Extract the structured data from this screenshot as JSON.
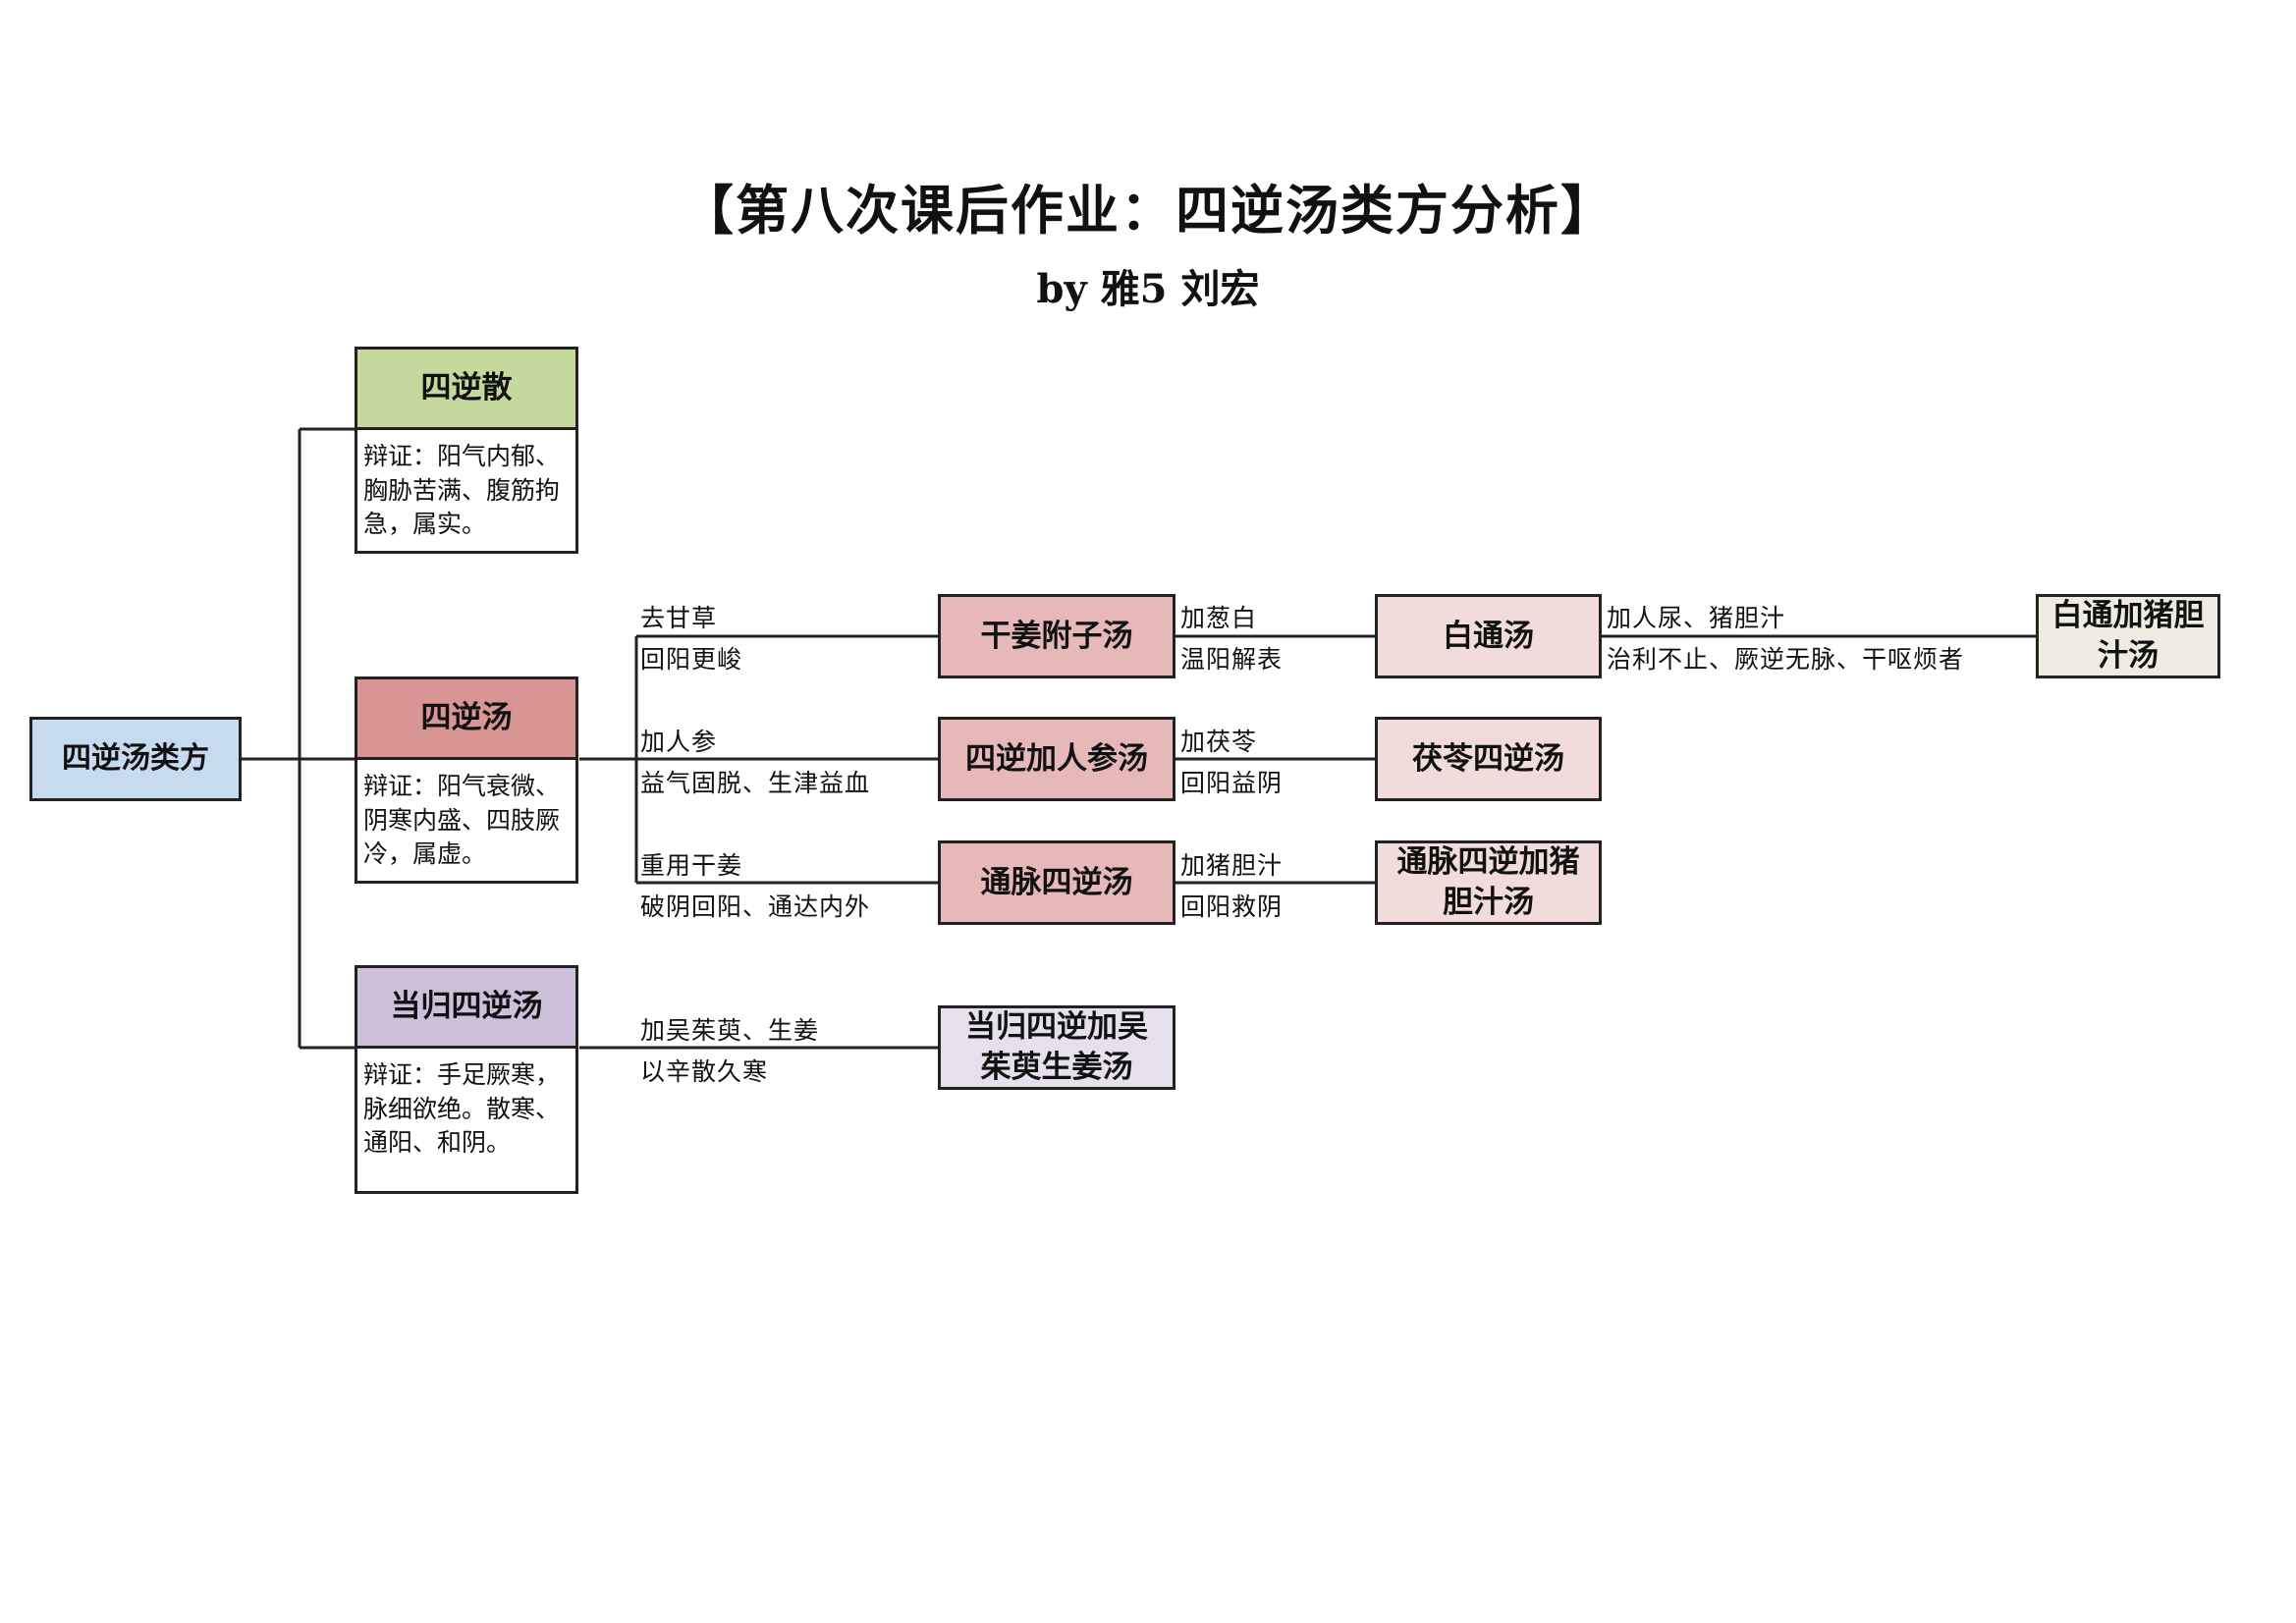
{
  "title": "【第八次课后作业：四逆汤类方分析】",
  "subtitle": "by 雅5 刘宏",
  "colors": {
    "root_fill": "#c6dbf0",
    "sini_san_fill": "#c5d99d",
    "sini_tang_fill": "#d99594",
    "sini_tang_derived_fill": "#e6b9b8",
    "light_pink_fill": "#f2dcdb",
    "danggui_fill": "#ccc0da",
    "danggui_derived_fill": "#e5e0ec",
    "baitong_zhudan_fill": "#eeece1",
    "line": "#222222"
  },
  "nodes": {
    "root": "四逆汤类方",
    "sini_san": {
      "title": "四逆散",
      "note": "辩证：阳气内郁、胸胁苦满、腹筋拘急，属实。"
    },
    "sini_tang": {
      "title": "四逆汤",
      "note": "辩证：阳气衰微、阴寒内盛、四肢厥冷，属虚。"
    },
    "danggui_sini": {
      "title": "当归四逆汤",
      "note": "辩证：手足厥寒，脉细欲绝。散寒、通阳、和阴。"
    },
    "ganjiang_fuzi": "干姜附子汤",
    "sini_renshen": "四逆加人参汤",
    "tongmai_sini": "通脉四逆汤",
    "danggui_wuzhuyu": "当归四逆加吴茱萸生姜汤",
    "baitong": "白通汤",
    "fuling_sini": "茯苓四逆汤",
    "tongmai_zhudan": "通脉四逆加猪胆汁汤",
    "baitong_zhudan": "白通加猪胆汁汤"
  },
  "edges": {
    "ganjiang": {
      "top": "去甘草",
      "bottom": "回阳更峻"
    },
    "renshen": {
      "top": "加人参",
      "bottom": "益气固脱、生津益血"
    },
    "tongmai": {
      "top": "重用干姜",
      "bottom": "破阴回阳、通达内外"
    },
    "wuzhuyu": {
      "top": "加吴茱萸、生姜",
      "bottom": "以辛散久寒"
    },
    "baitong": {
      "top": "加葱白",
      "bottom": "温阳解表"
    },
    "fuling": {
      "top": "加茯苓",
      "bottom": "回阳益阴"
    },
    "zhudan": {
      "top": "加猪胆汁",
      "bottom": "回阳救阴"
    },
    "baitong_zhudan": {
      "top": "加人尿、猪胆汁",
      "bottom": "治利不止、厥逆无脉、干呕烦者"
    }
  }
}
